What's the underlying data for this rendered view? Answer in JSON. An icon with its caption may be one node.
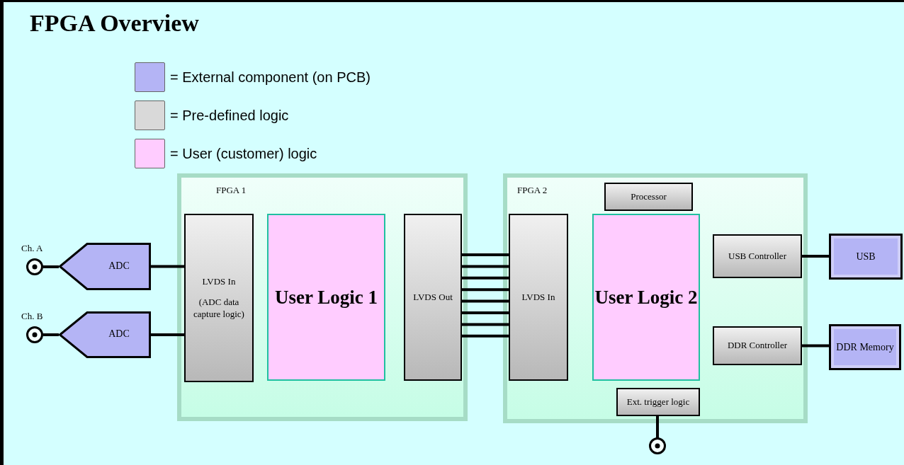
{
  "diagram": {
    "title": "FPGA Overview",
    "nodes": [
      {
        "text": [
          "Ch. A"
        ]
      },
      {
        "text": [
          "ADC"
        ]
      },
      {
        "text": [
          "Ch. B"
        ]
      },
      {
        "text": [
          "ADC"
        ]
      },
      {
        "text": [
          "FPGA 1"
        ]
      },
      {
        "text": [
          "LVDS In",
          "(ADC data capture logic)"
        ],
        "in": 4
      },
      {
        "text": [
          "User Logic 1"
        ],
        "in": 4
      },
      {
        "text": [
          "LVDS Out"
        ],
        "in": 4
      },
      {
        "text": [
          "FPGA 2"
        ]
      },
      {
        "text": [
          "Processor"
        ],
        "in": 8
      },
      {
        "text": [
          "LVDS In"
        ],
        "in": 8
      },
      {
        "text": [
          "User Logic 2"
        ],
        "in": 8
      },
      {
        "text": [
          "USB Controller"
        ],
        "in": 8
      },
      {
        "text": [
          "DDR Controller"
        ],
        "in": 8
      },
      {
        "text": [
          "Ext. trigger logic"
        ],
        "in": 8
      },
      {
        "text": [
          "USB"
        ]
      },
      {
        "text": [
          "DDR Memory"
        ]
      },
      {
        "text": [],
        "shape": "circle"
      }
    ],
    "edges": [
      {
        "from": 0,
        "to": 1,
        "arrow": "none"
      },
      {
        "from": 2,
        "to": 3,
        "arrow": "none"
      },
      {
        "from": 1,
        "to": 5,
        "arrow": "none"
      },
      {
        "from": 3,
        "to": 5,
        "arrow": "none"
      },
      {
        "from": 7,
        "to": 10,
        "arrow": "none"
      },
      {
        "from": 7,
        "to": 10,
        "arrow": "none"
      },
      {
        "from": 7,
        "to": 10,
        "arrow": "none"
      },
      {
        "from": 7,
        "to": 10,
        "arrow": "none"
      },
      {
        "from": 7,
        "to": 10,
        "arrow": "none"
      },
      {
        "from": 7,
        "to": 10,
        "arrow": "none"
      },
      {
        "from": 7,
        "to": 10,
        "arrow": "none"
      },
      {
        "from": 7,
        "to": 10,
        "arrow": "none"
      },
      {
        "from": 12,
        "to": 15,
        "arrow": "none"
      },
      {
        "from": 13,
        "to": 16,
        "arrow": "none"
      },
      {
        "from": 14,
        "to": 17,
        "arrow": "none"
      }
    ],
    "legend": [
      {
        "text": "= External component (on PCB)",
        "color": "#b4b4f5"
      },
      {
        "text": "= Pre-defined logic",
        "color": "#d9d9d9"
      },
      {
        "text": "= User (customer) logic",
        "color": "#ffccff"
      }
    ]
  }
}
